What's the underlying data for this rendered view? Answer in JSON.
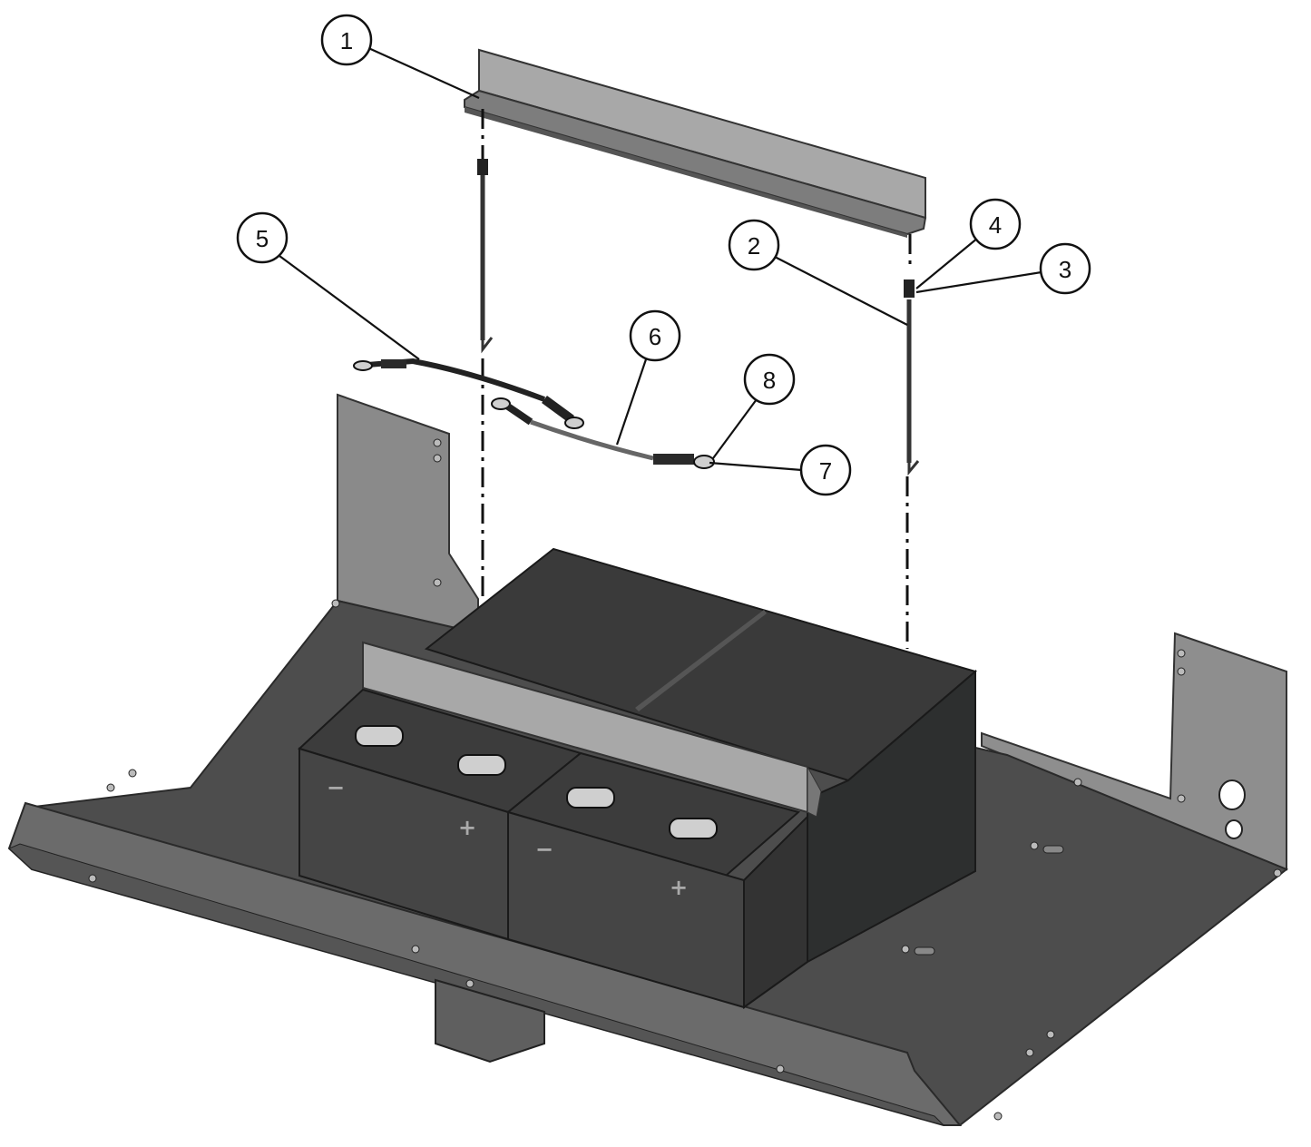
{
  "callouts": [
    {
      "id": "c1",
      "label": "1"
    },
    {
      "id": "c2",
      "label": "2"
    },
    {
      "id": "c3",
      "label": "3"
    },
    {
      "id": "c4",
      "label": "4"
    },
    {
      "id": "c5",
      "label": "5"
    },
    {
      "id": "c6",
      "label": "6"
    },
    {
      "id": "c7",
      "label": "7"
    },
    {
      "id": "c8",
      "label": "8"
    }
  ],
  "terminal_marks": {
    "minus": "−",
    "plus": "+"
  },
  "colors": {
    "tray": "#4d4d4d",
    "tray_edge": "#6a6a6a",
    "bracket": "#8c8c8c",
    "battery_top": "#3a3a3a",
    "battery_side": "#2d2f2f",
    "battery_front": "#404040",
    "hold_down": "#a8a8a8"
  }
}
